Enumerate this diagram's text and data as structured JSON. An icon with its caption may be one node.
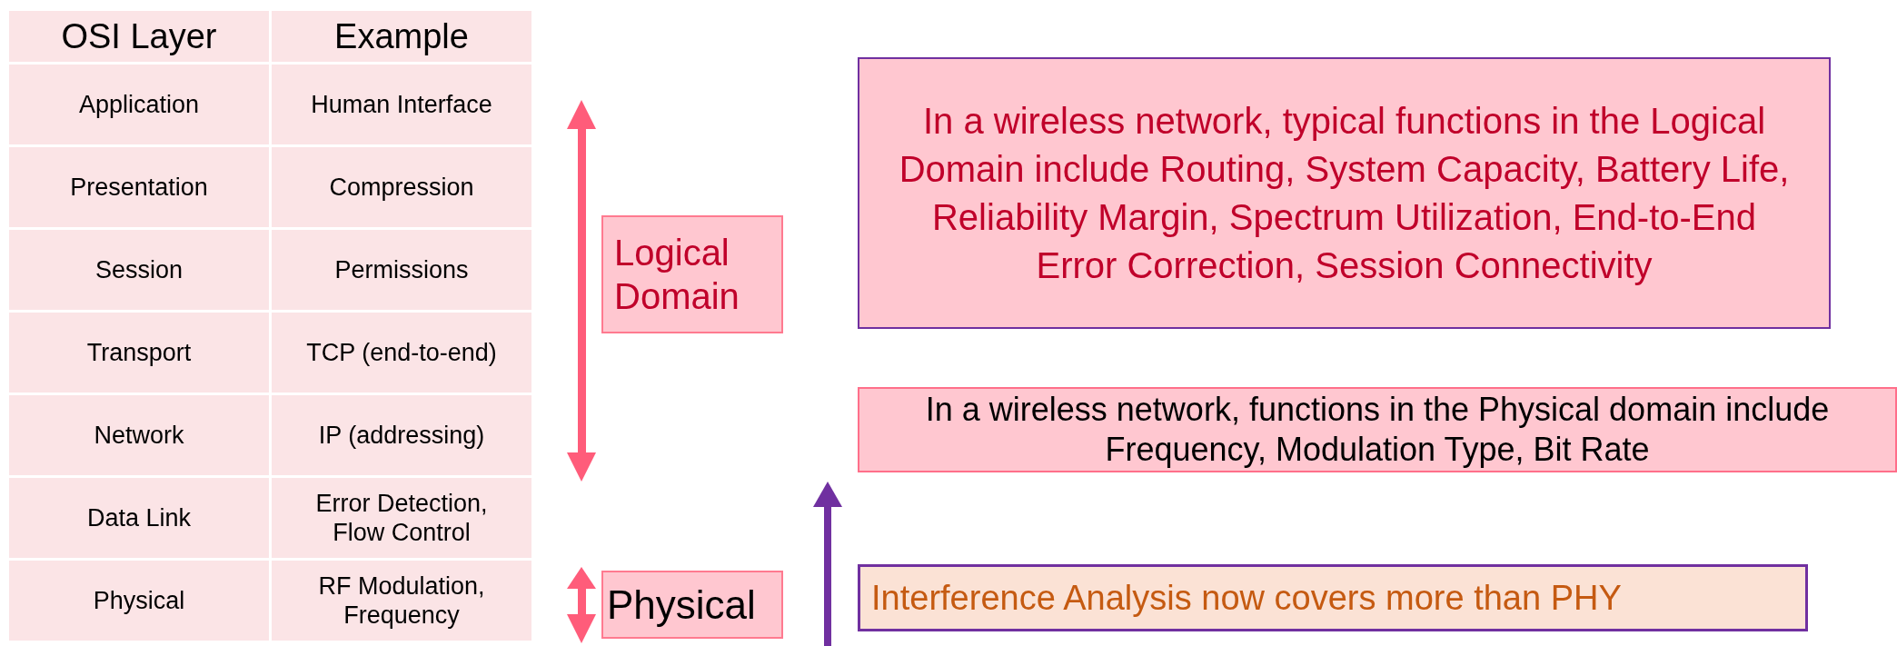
{
  "diagram": {
    "nodes": [
      {
        "text": [
          "Logical Domain"
        ]
      },
      {
        "text": [
          "In a wireless network, typical functions in the Logical Domain include Routing, System Capacity, Battery Life, Reliability Margin, Spectrum Utilization, End-to-End Error Correction, Session Connectivity"
        ]
      },
      {
        "text": [
          "In a wireless network, functions in the Physical domain include Frequency, Modulation Type, Bit Rate"
        ]
      },
      {
        "text": [
          "Physical"
        ]
      },
      {
        "text": [
          "Interference Analysis now covers more than PHY"
        ]
      }
    ],
    "labels": [
      "OSI Layer",
      "Example",
      "Application",
      "Human Interface",
      "Presentation",
      "Compression",
      "Session",
      "Permissions",
      "Transport",
      "TCP (end-to-end)",
      "Network",
      "IP (addressing)",
      "Data Link",
      "Error Detection, Flow Control",
      "Physical",
      "RF Modulation, Frequency"
    ]
  }
}
